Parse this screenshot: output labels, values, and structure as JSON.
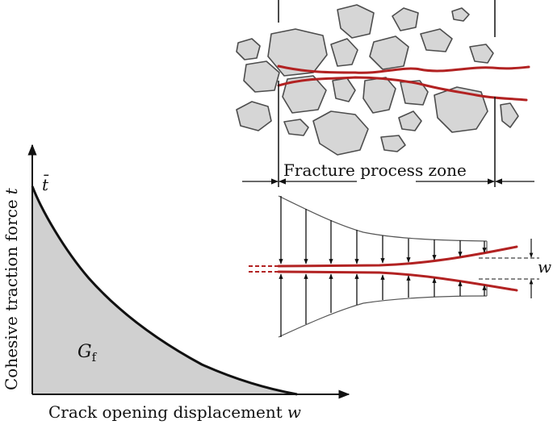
{
  "labels": {
    "fpz": "Fracture process zone",
    "x_axis": "Crack opening displacement",
    "x_axis_symbol": "w",
    "y_axis": "Cohesive traction force",
    "y_axis_symbol": "t",
    "t_bar": "t̄",
    "gf_main": "G",
    "gf_sub": "f",
    "w_right": "w"
  },
  "colors": {
    "crack": "#b22222",
    "aggregate_fill": "#d6d6d6",
    "aggregate_stroke": "#4d4d4d",
    "area_fill": "#d0d0d0",
    "ink": "#111111"
  },
  "chart_data": {
    "type": "area",
    "xlabel": "Crack opening displacement w",
    "ylabel": "Cohesive traction force t",
    "curve": "softening",
    "annotations": [
      "t̄",
      "Gf"
    ]
  }
}
